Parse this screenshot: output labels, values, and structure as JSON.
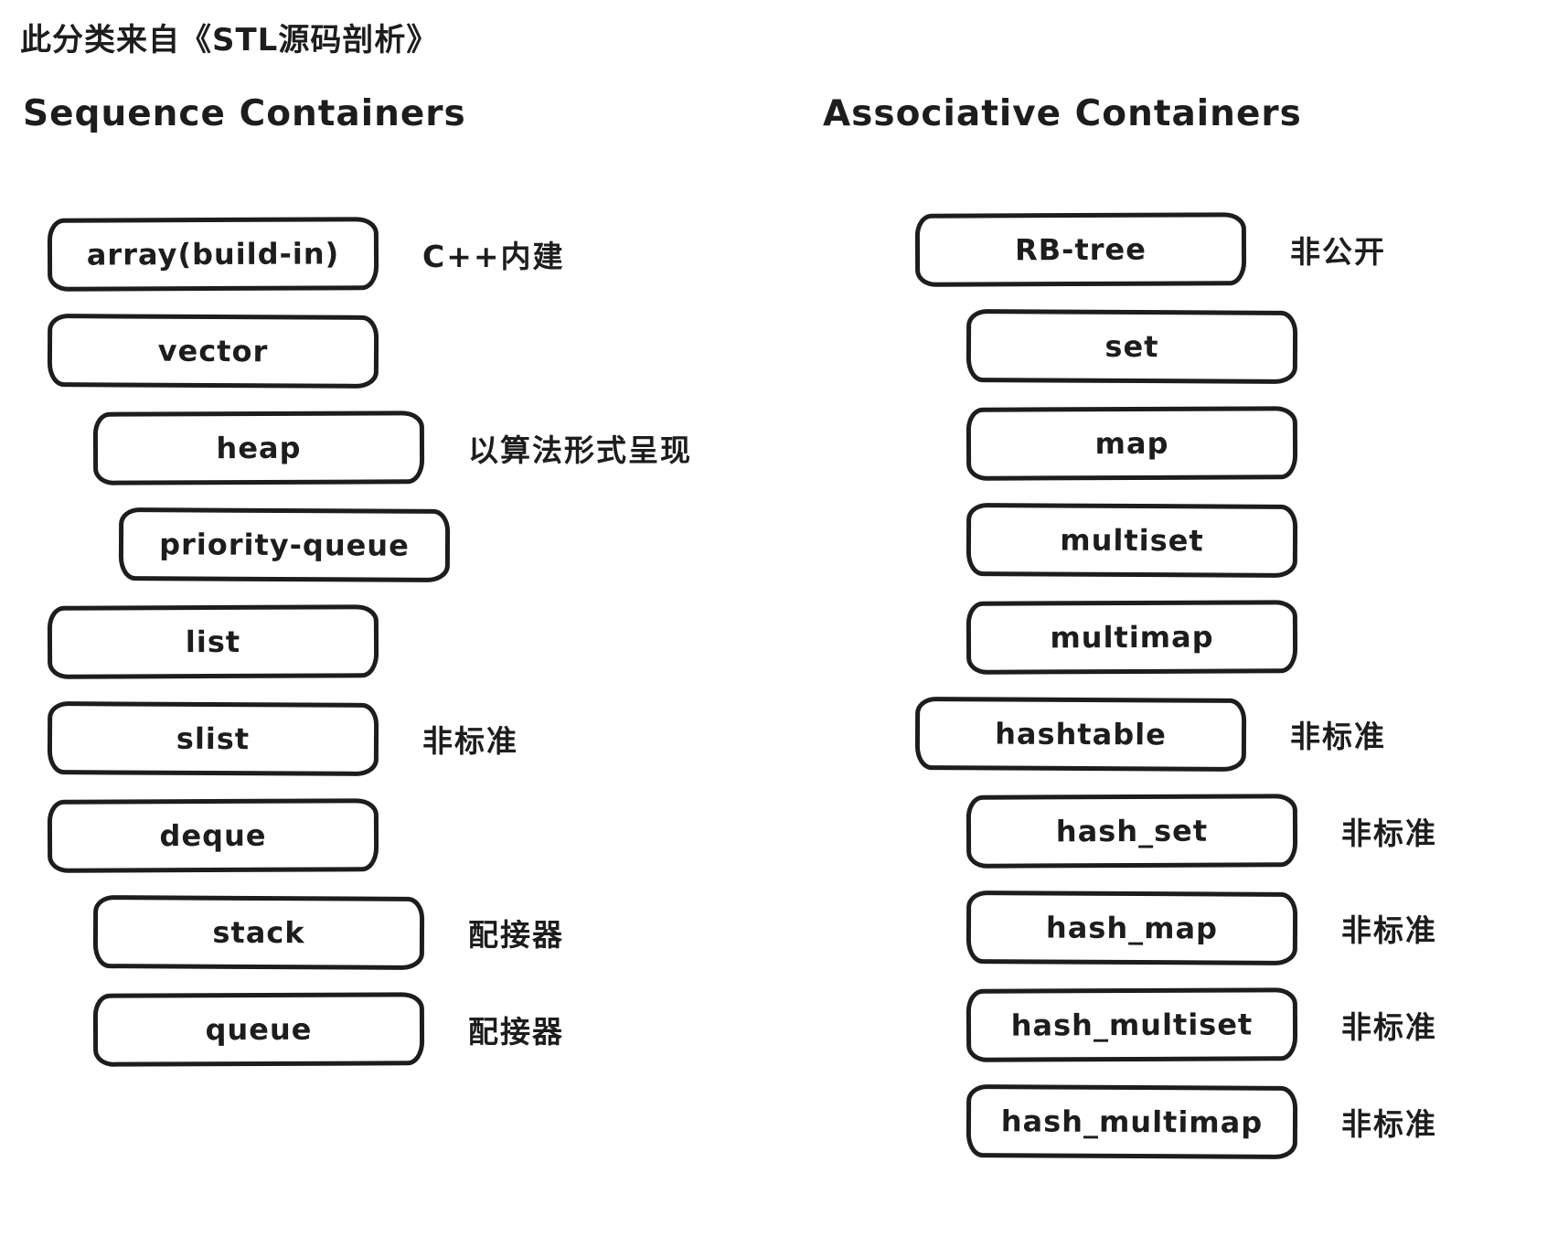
{
  "title": "此分类来自《STL源码剖析》",
  "ink_color": "#1d1d1d",
  "background_color": "#ffffff",
  "columns": [
    {
      "header": "Sequence Containers",
      "items": [
        {
          "label": "array(build-in)",
          "note": "C++内建",
          "indent": 0
        },
        {
          "label": "vector",
          "note": "",
          "indent": 0
        },
        {
          "label": "heap",
          "note": "以算法形式呈现",
          "indent": 1
        },
        {
          "label": "priority-queue",
          "note": "",
          "indent": 2
        },
        {
          "label": "list",
          "note": "",
          "indent": 0
        },
        {
          "label": "slist",
          "note": "非标准",
          "indent": 0
        },
        {
          "label": "deque",
          "note": "",
          "indent": 0
        },
        {
          "label": "stack",
          "note": "配接器",
          "indent": 1
        },
        {
          "label": "queue",
          "note": "配接器",
          "indent": 1
        }
      ]
    },
    {
      "header": "Associative Containers",
      "items": [
        {
          "label": "RB-tree",
          "note": "非公开",
          "indent": 0
        },
        {
          "label": "set",
          "note": "",
          "indent": 1
        },
        {
          "label": "map",
          "note": "",
          "indent": 1
        },
        {
          "label": "multiset",
          "note": "",
          "indent": 1
        },
        {
          "label": "multimap",
          "note": "",
          "indent": 1
        },
        {
          "label": "hashtable",
          "note": "非标准",
          "indent": 0
        },
        {
          "label": "hash_set",
          "note": "非标准",
          "indent": 1
        },
        {
          "label": "hash_map",
          "note": "非标准",
          "indent": 1
        },
        {
          "label": "hash_multiset",
          "note": "非标准",
          "indent": 1
        },
        {
          "label": "hash_multimap",
          "note": "非标准",
          "indent": 1
        }
      ]
    }
  ]
}
